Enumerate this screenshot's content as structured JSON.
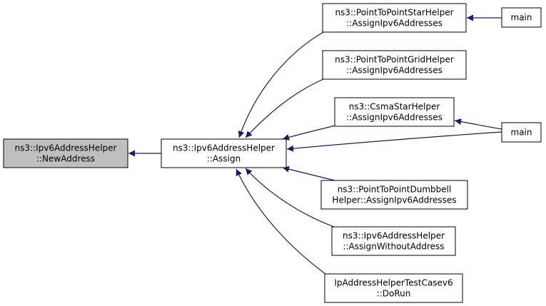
{
  "colors": {
    "edge": "#191970",
    "node_border": "#000000",
    "node_fill": "#ffffff",
    "highlight_fill": "#bfbfbf",
    "text": "#000000"
  },
  "nodes": [
    {
      "id": "new_address",
      "lines": [
        "ns3::Ipv6AddressHelper",
        "::NewAddress"
      ],
      "highlighted": true
    },
    {
      "id": "assign",
      "lines": [
        "ns3::Ipv6AddressHelper",
        "::Assign"
      ]
    },
    {
      "id": "p2p_star",
      "lines": [
        "ns3::PointToPointStarHelper",
        "::AssignIpv6Addresses"
      ]
    },
    {
      "id": "p2p_grid",
      "lines": [
        "ns3::PointToPointGridHelper",
        "::AssignIpv6Addresses"
      ]
    },
    {
      "id": "csma_star",
      "lines": [
        "ns3::CsmaStarHelper",
        "::AssignIpv6Addresses"
      ]
    },
    {
      "id": "p2p_dumbbell",
      "lines": [
        "ns3::PointToPointDumbbell",
        "Helper::AssignIpv6Addresses"
      ]
    },
    {
      "id": "assign_without",
      "lines": [
        "ns3::Ipv6AddressHelper",
        "::AssignWithoutAddress"
      ]
    },
    {
      "id": "testcase",
      "lines": [
        "IpAddressHelperTestCasev6",
        "::DoRun"
      ]
    },
    {
      "id": "main1",
      "lines": [
        "main"
      ]
    },
    {
      "id": "main2",
      "lines": [
        "main"
      ]
    }
  ],
  "edges": [
    {
      "from": "assign",
      "to": "new_address"
    },
    {
      "from": "p2p_star",
      "to": "assign"
    },
    {
      "from": "p2p_grid",
      "to": "assign"
    },
    {
      "from": "csma_star",
      "to": "assign"
    },
    {
      "from": "main2",
      "to": "assign"
    },
    {
      "from": "p2p_dumbbell",
      "to": "assign"
    },
    {
      "from": "assign_without",
      "to": "assign"
    },
    {
      "from": "testcase",
      "to": "assign"
    },
    {
      "from": "main1",
      "to": "p2p_star"
    },
    {
      "from": "main2",
      "to": "csma_star"
    }
  ]
}
